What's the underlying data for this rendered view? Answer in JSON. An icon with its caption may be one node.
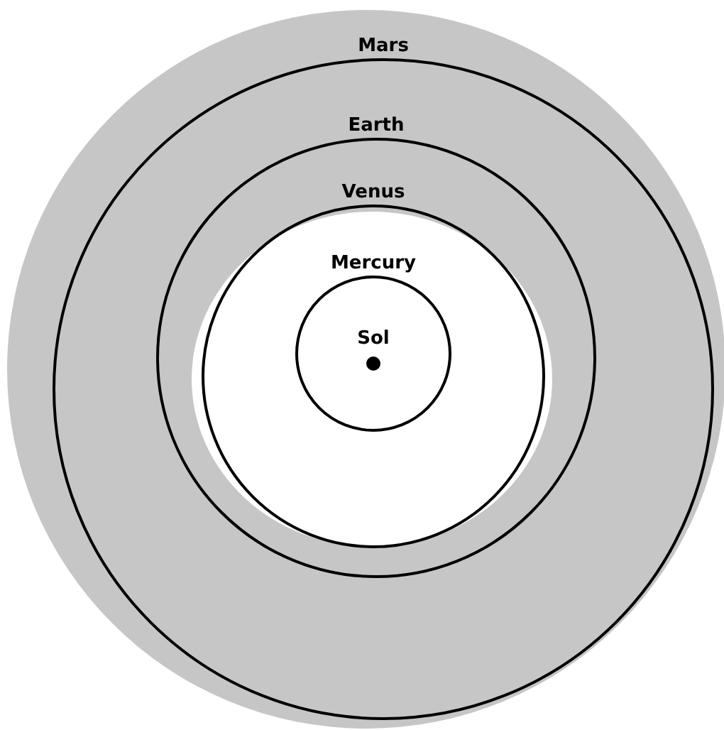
{
  "diagram": {
    "nodes": [
      {
        "text": [
          "Mars"
        ]
      },
      {
        "text": [
          "Earth"
        ],
        "in": 0
      },
      {
        "text": [
          "Venus"
        ],
        "in": 1
      },
      {
        "text": [
          "Mercury"
        ],
        "in": 2
      },
      {
        "text": [
          "Sol"
        ],
        "in": 3
      }
    ]
  }
}
